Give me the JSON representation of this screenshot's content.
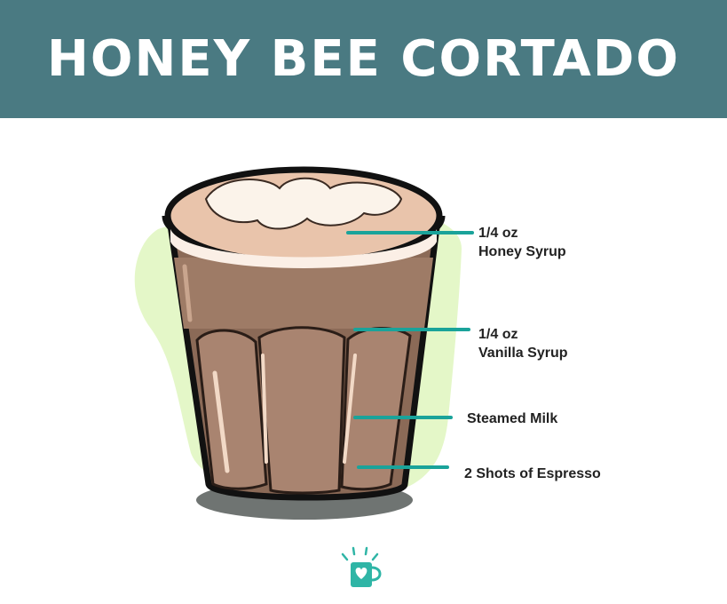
{
  "title": "HONEY BEE CORTADO",
  "labels": {
    "honey": {
      "amount": "1/4 oz",
      "name": "Honey Syrup"
    },
    "vanilla": {
      "amount": "1/4 oz",
      "name": "Vanilla Syrup"
    },
    "milk": {
      "name": "Steamed Milk"
    },
    "espresso": {
      "name": "2 Shots of Espresso"
    }
  },
  "colors": {
    "header": "#4a7a82",
    "leader": "#1aa39a",
    "coffee": "#8b6a57",
    "foam": "#e9c4ab",
    "backdrop": "#e4f7c8",
    "logo": "#2fb5a6"
  },
  "icons": {
    "logo": "coffee-mug-heart-icon"
  }
}
